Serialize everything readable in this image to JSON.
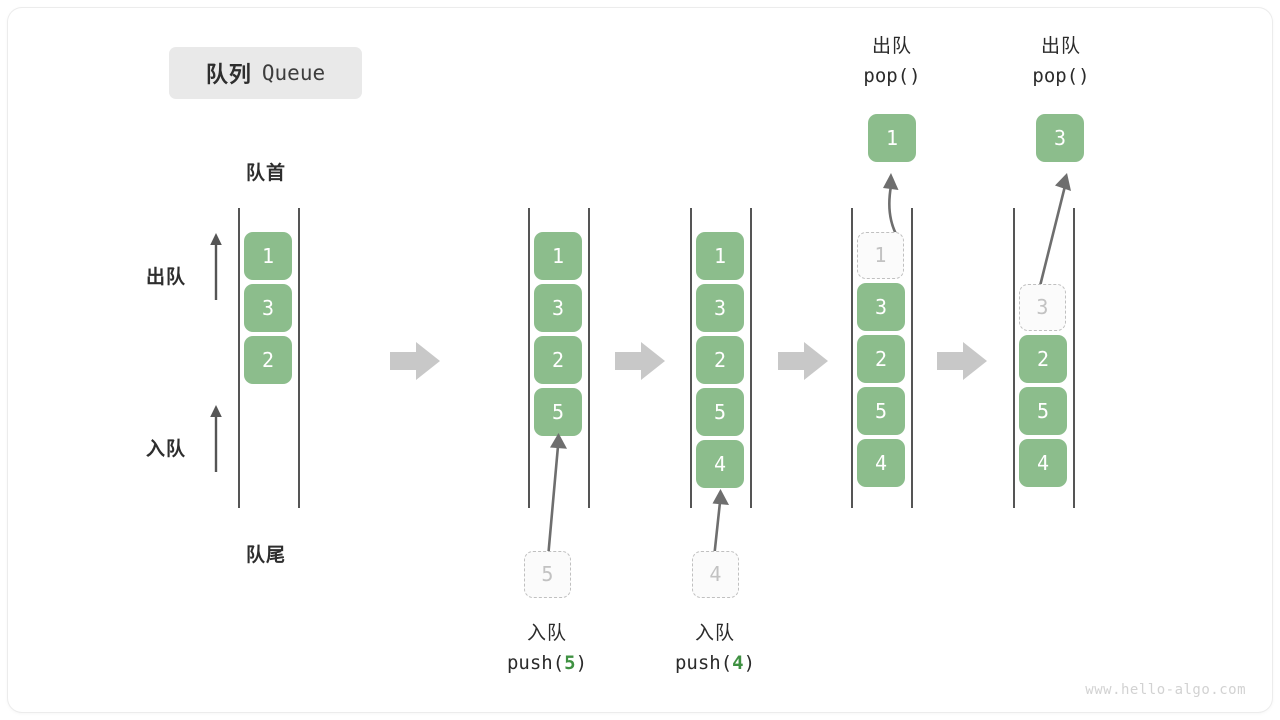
{
  "title": {
    "cn": "队列",
    "en": "Queue"
  },
  "labels": {
    "head": "队首",
    "tail": "队尾",
    "dequeue": "出队",
    "enqueue": "入队"
  },
  "colors": {
    "cell_fill": "#8cbd8c",
    "cell_text": "#ffffff",
    "ghost_border": "#c0c0c0",
    "ghost_text": "#c2c2c2",
    "rail": "#555555",
    "arrow": "#6e6e6e",
    "step_arrow": "#c8c8c8",
    "code_number": "#3f9142",
    "badge_bg": "#e9e9e9",
    "watermark": "#d2d2d2"
  },
  "columns": [
    {
      "id": "col-initial",
      "cells": [
        {
          "value": "1",
          "state": "filled"
        },
        {
          "value": "3",
          "state": "filled"
        },
        {
          "value": "2",
          "state": "filled"
        }
      ]
    },
    {
      "id": "col-after-push-5",
      "cells": [
        {
          "value": "1",
          "state": "filled"
        },
        {
          "value": "3",
          "state": "filled"
        },
        {
          "value": "2",
          "state": "filled"
        },
        {
          "value": "5",
          "state": "filled"
        }
      ]
    },
    {
      "id": "col-after-push-4",
      "cells": [
        {
          "value": "1",
          "state": "filled"
        },
        {
          "value": "3",
          "state": "filled"
        },
        {
          "value": "2",
          "state": "filled"
        },
        {
          "value": "5",
          "state": "filled"
        },
        {
          "value": "4",
          "state": "filled"
        }
      ]
    },
    {
      "id": "col-after-pop-1",
      "cells": [
        {
          "value": "1",
          "state": "ghost"
        },
        {
          "value": "3",
          "state": "filled"
        },
        {
          "value": "2",
          "state": "filled"
        },
        {
          "value": "5",
          "state": "filled"
        },
        {
          "value": "4",
          "state": "filled"
        }
      ]
    },
    {
      "id": "col-after-pop-3",
      "cells": [
        {
          "value": "",
          "state": "empty"
        },
        {
          "value": "3",
          "state": "ghost"
        },
        {
          "value": "2",
          "state": "filled"
        },
        {
          "value": "5",
          "state": "filled"
        },
        {
          "value": "4",
          "state": "filled"
        }
      ]
    }
  ],
  "operations": {
    "push_5": {
      "cn": "入队",
      "code_prefix": "push(",
      "code_value": "5",
      "code_suffix": ")",
      "ghost_value": "5"
    },
    "push_4": {
      "cn": "入队",
      "code_prefix": "push(",
      "code_value": "4",
      "code_suffix": ")",
      "ghost_value": "4"
    },
    "pop_1": {
      "cn": "出队",
      "code": "pop()",
      "popped_value": "1"
    },
    "pop_3": {
      "cn": "出队",
      "code": "pop()",
      "popped_value": "3"
    }
  },
  "watermark": "www.hello-algo.com"
}
